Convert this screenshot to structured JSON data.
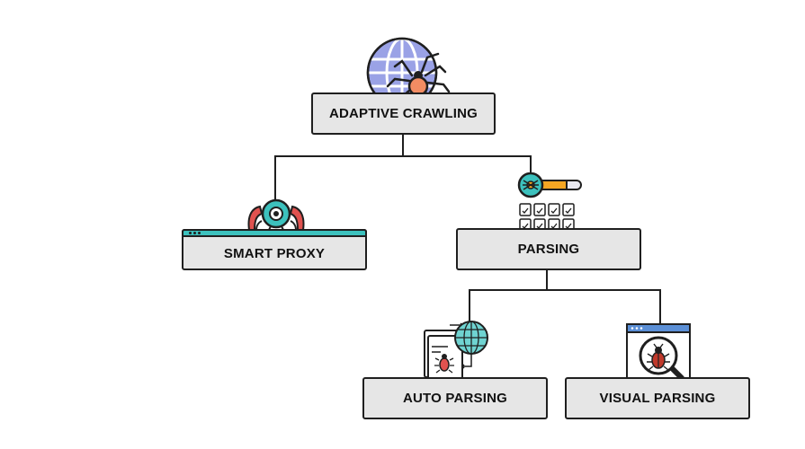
{
  "diagram": {
    "nodes": {
      "adaptive_crawling": {
        "label": "ADAPTIVE CRAWLING",
        "icon": "spider-globe-icon"
      },
      "smart_proxy": {
        "label": "SMART PROXY",
        "icon": "spider-bot-browser-icon"
      },
      "parsing": {
        "label": "PARSING",
        "icon": "spider-search-documents-icon"
      },
      "auto_parsing": {
        "label": "AUTO PARSING",
        "icon": "document-bug-globe-icon"
      },
      "visual_parsing": {
        "label": "VISUAL PARSING",
        "icon": "browser-bug-magnifier-icon"
      }
    },
    "edges": [
      {
        "from": "adaptive_crawling",
        "to": "smart_proxy"
      },
      {
        "from": "adaptive_crawling",
        "to": "parsing"
      },
      {
        "from": "parsing",
        "to": "auto_parsing"
      },
      {
        "from": "parsing",
        "to": "visual_parsing"
      }
    ],
    "colors": {
      "box_fill": "#e6e6e6",
      "outline": "#1f1f1f",
      "globe": "#9aa2e6",
      "spider_body": "#f28c63",
      "teal": "#3cc1bd",
      "red": "#e0524f",
      "orange": "#f5a623",
      "bug": "#c0392b"
    }
  }
}
